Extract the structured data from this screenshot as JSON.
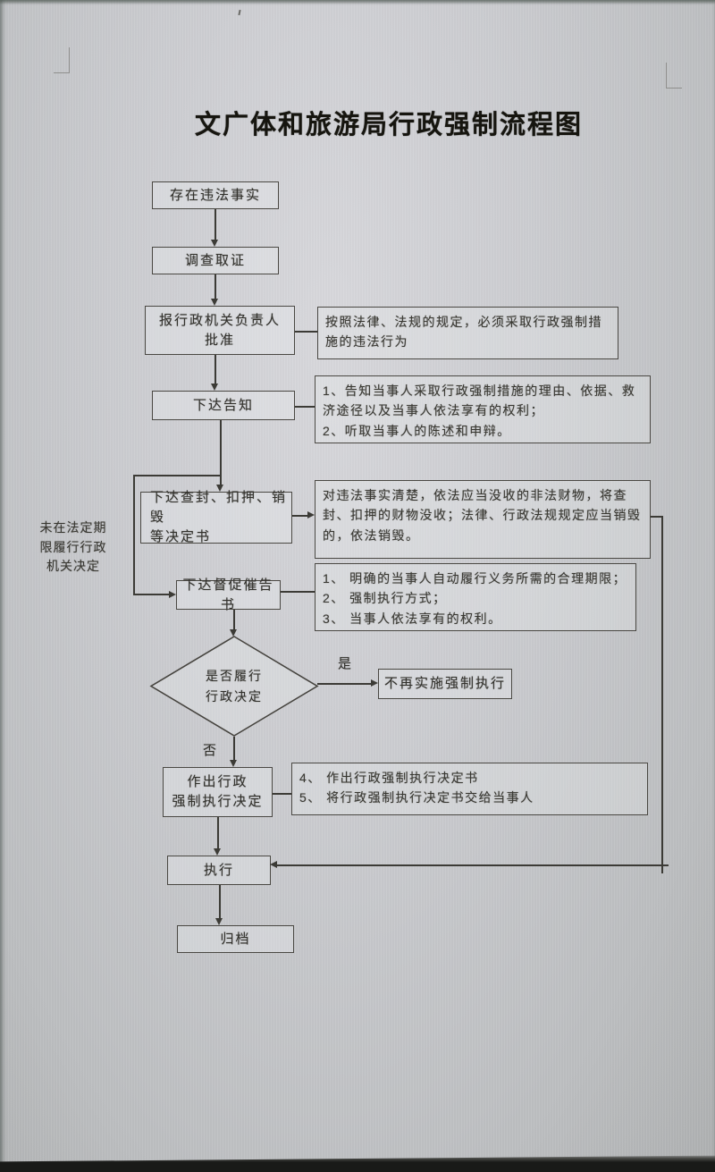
{
  "page": {
    "title": "文广体和旅游局行政强制流程图"
  },
  "flowchart": {
    "left_annotation": "未在法定期\n限履行行政\n机关决定",
    "labels": {
      "yes": "是",
      "no": "否"
    },
    "nodes": {
      "start": "存在违法事实",
      "investigate": "调查取证",
      "approve": "报行政机关负责人\n批准",
      "notify": "下达告知",
      "seal": "下达查封、扣押、销毁\n等决定书",
      "urge": "下达督促催告书",
      "decision": "是否履行\n行政决定",
      "stop_enforce": "不再实施强制执行",
      "enforce_decision": "作出行政\n强制执行决定",
      "execute": "执行",
      "archive": "归档"
    },
    "notes": {
      "approve": "按照法律、法规的规定，必须采取行政强制措施的违法行为",
      "notify": "1、告知当事人采取行政强制措施的理由、依据、救济途径以及当事人依法享有的权利；\n2、听取当事人的陈述和申辩。",
      "seal": "对违法事实清楚，依法应当没收的非法财物，将查封、扣押的财物没收；法律、行政法规规定应当销毁的，依法销毁。",
      "urge": "1、 明确的当事人自动履行义务所需的合理期限；\n2、 强制执行方式；\n3、 当事人依法享有的权利。",
      "enforce_decision": "4、 作出行政强制执行决定书\n5、 将行政强制执行决定书交给当事人"
    },
    "colors": {
      "ink": "#3c3b36",
      "paper": "#cbccd0",
      "bezel": "#191a18"
    }
  }
}
